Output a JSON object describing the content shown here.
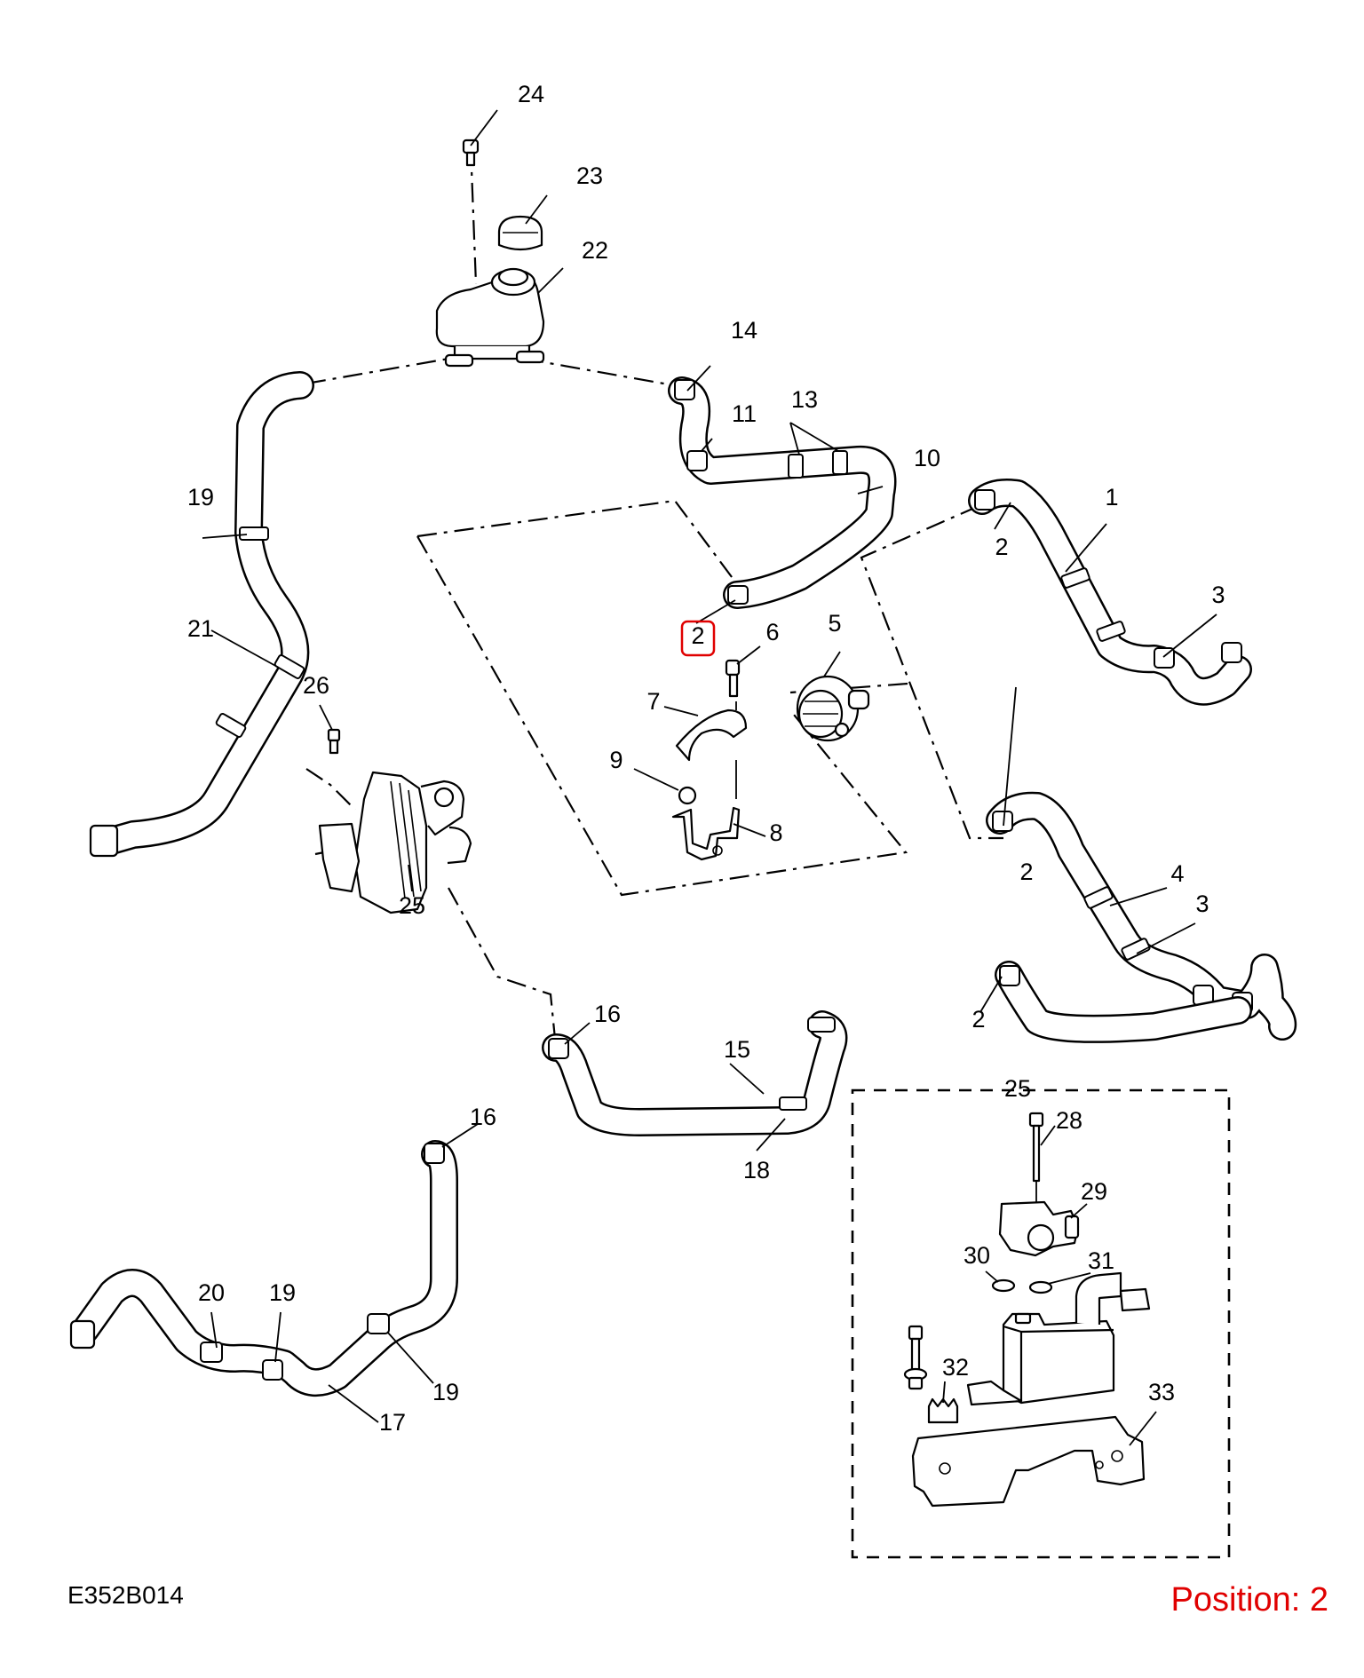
{
  "drawing_ref": "E352B014",
  "position_label": "Position: 2",
  "highlight_color": "#e00000",
  "callouts": {
    "c1": "1",
    "c2a": "2",
    "c2b": "2",
    "c2c": "2",
    "c2d": "2",
    "c3a": "3",
    "c3b": "3",
    "c4": "4",
    "c5": "5",
    "c6": "6",
    "c7": "7",
    "c8": "8",
    "c9": "9",
    "c10": "10",
    "c11": "11",
    "c13": "13",
    "c14": "14",
    "c15": "15",
    "c16a": "16",
    "c16b": "16",
    "c17": "17",
    "c18": "18",
    "c19a": "19",
    "c19b": "19",
    "c19c": "19",
    "c20": "20",
    "c21": "21",
    "c22": "22",
    "c23": "23",
    "c24": "24",
    "c25a": "25",
    "c25b": "25",
    "c26": "26",
    "c28": "28",
    "c29": "29",
    "c30": "30",
    "c31": "31",
    "c32": "32",
    "c33": "33"
  }
}
